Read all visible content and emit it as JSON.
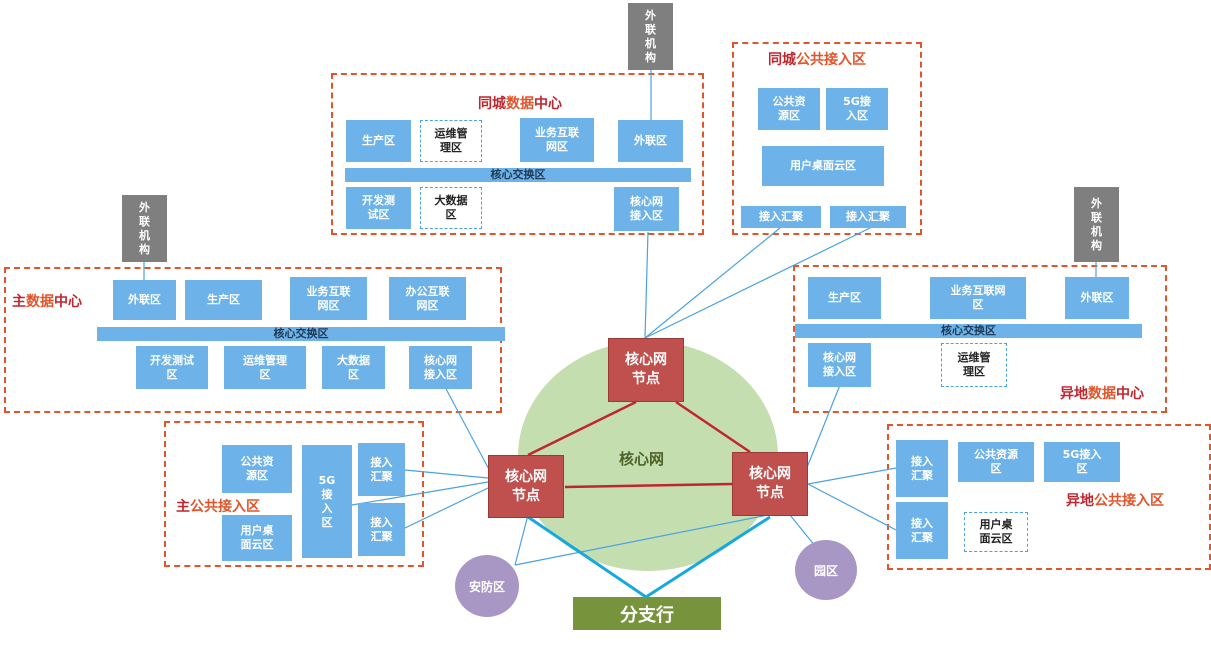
{
  "external_org_label": "外\n联\n机\n构",
  "zones": {
    "tongcheng_dc": {
      "title_red": "同城",
      "title_orange": "数据",
      "title_red2": "中心",
      "production": "生产区",
      "ops": "运维管\n理区",
      "business": "业务互联\n网区",
      "extranet": "外联区",
      "core_switch": "核心交换区",
      "devtest": "开发测\n试区",
      "bigdata": "大数据\n区",
      "core_access": "核心网\n接入区"
    },
    "tongcheng_public": {
      "title_red": "同城",
      "title_orange": "公共接入区",
      "public_res": "公共资\n源区",
      "five_g": "5G接\n入区",
      "vdi": "用户桌面云区",
      "agg1": "接入汇聚",
      "agg2": "接入汇聚"
    },
    "main_dc": {
      "title_red": "主",
      "title_orange": "数据",
      "title_red2": "中心",
      "extranet": "外联区",
      "production": "生产区",
      "business": "业务互联\n网区",
      "office": "办公互联\n网区",
      "core_switch": "核心交换区",
      "devtest": "开发测试\n区",
      "ops": "运维管理\n区",
      "bigdata": "大数据\n区",
      "core_access": "核心网\n接入区"
    },
    "remote_dc": {
      "title_red": "异地",
      "title_orange": "数据",
      "title_red2": "中心",
      "production": "生产区",
      "business": "业务互联网\n区",
      "extranet": "外联区",
      "core_switch": "核心交换区",
      "core_access": "核心网\n接入区",
      "ops": "运维管\n理区"
    },
    "main_public": {
      "title_red": "主",
      "title_orange": "公共接入区",
      "public_res": "公共资\n源区",
      "five_g": "5G\n接\n入\n区",
      "agg1": "接入\n汇聚",
      "agg2": "接入\n汇聚",
      "vdi": "用户桌\n面云区"
    },
    "remote_public": {
      "title_red": "异地",
      "title_orange": "公共接入区",
      "agg1": "接入\n汇聚",
      "public_res": "公共资源\n区",
      "five_g": "5G接入\n区",
      "agg2": "接入\n汇聚",
      "vdi": "用户桌\n面云区"
    }
  },
  "core_network": {
    "label": "核心网",
    "node_label": "核心网\n节点"
  },
  "security_zone": "安防区",
  "campus": "园区",
  "branch": "分支行",
  "colors": {
    "zone_border": "#e2552b",
    "box_fill": "#6db2e8",
    "core_node": "#c0504d",
    "core_ellipse": "#c5deb0",
    "external": "#7f7f7f",
    "circle": "#a897c4",
    "branch": "#77933c"
  }
}
